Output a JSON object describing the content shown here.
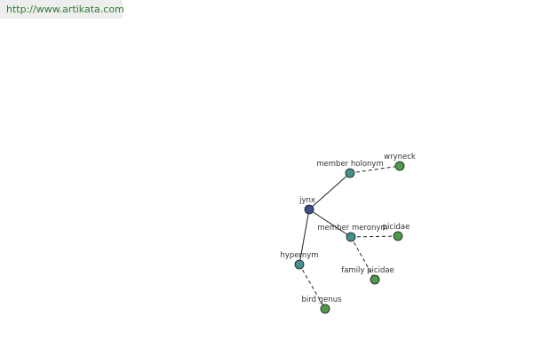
{
  "header": {
    "url_text": "http://www.artikata.com"
  },
  "colors": {
    "center_node": "#3e4f8c",
    "relation_node": "#45908a",
    "leaf_node": "#4e9a4a",
    "url_text": "#2e7d32",
    "edge": "#222222"
  },
  "graph": {
    "nodes": [
      {
        "id": "jynx",
        "label": "jynx",
        "kind": "center"
      },
      {
        "id": "member-holonym",
        "label": "member holonym",
        "kind": "relation"
      },
      {
        "id": "member-meronym",
        "label": "member meronym",
        "kind": "relation"
      },
      {
        "id": "hypernym",
        "label": "hypernym",
        "kind": "relation"
      },
      {
        "id": "wryneck",
        "label": "wryneck",
        "kind": "leaf"
      },
      {
        "id": "picidae",
        "label": "picidae",
        "kind": "leaf"
      },
      {
        "id": "family-picidae",
        "label": "family picidae",
        "kind": "leaf"
      },
      {
        "id": "bird-genus",
        "label": "bird genus",
        "kind": "leaf"
      }
    ],
    "edges": [
      {
        "from": "jynx",
        "to": "member-holonym",
        "style": "solid"
      },
      {
        "from": "jynx",
        "to": "member-meronym",
        "style": "solid"
      },
      {
        "from": "jynx",
        "to": "hypernym",
        "style": "solid"
      },
      {
        "from": "member-holonym",
        "to": "wryneck",
        "style": "dashed"
      },
      {
        "from": "member-meronym",
        "to": "picidae",
        "style": "dashed"
      },
      {
        "from": "member-meronym",
        "to": "family-picidae",
        "style": "dashed"
      },
      {
        "from": "hypernym",
        "to": "bird-genus",
        "style": "dashed"
      }
    ]
  }
}
